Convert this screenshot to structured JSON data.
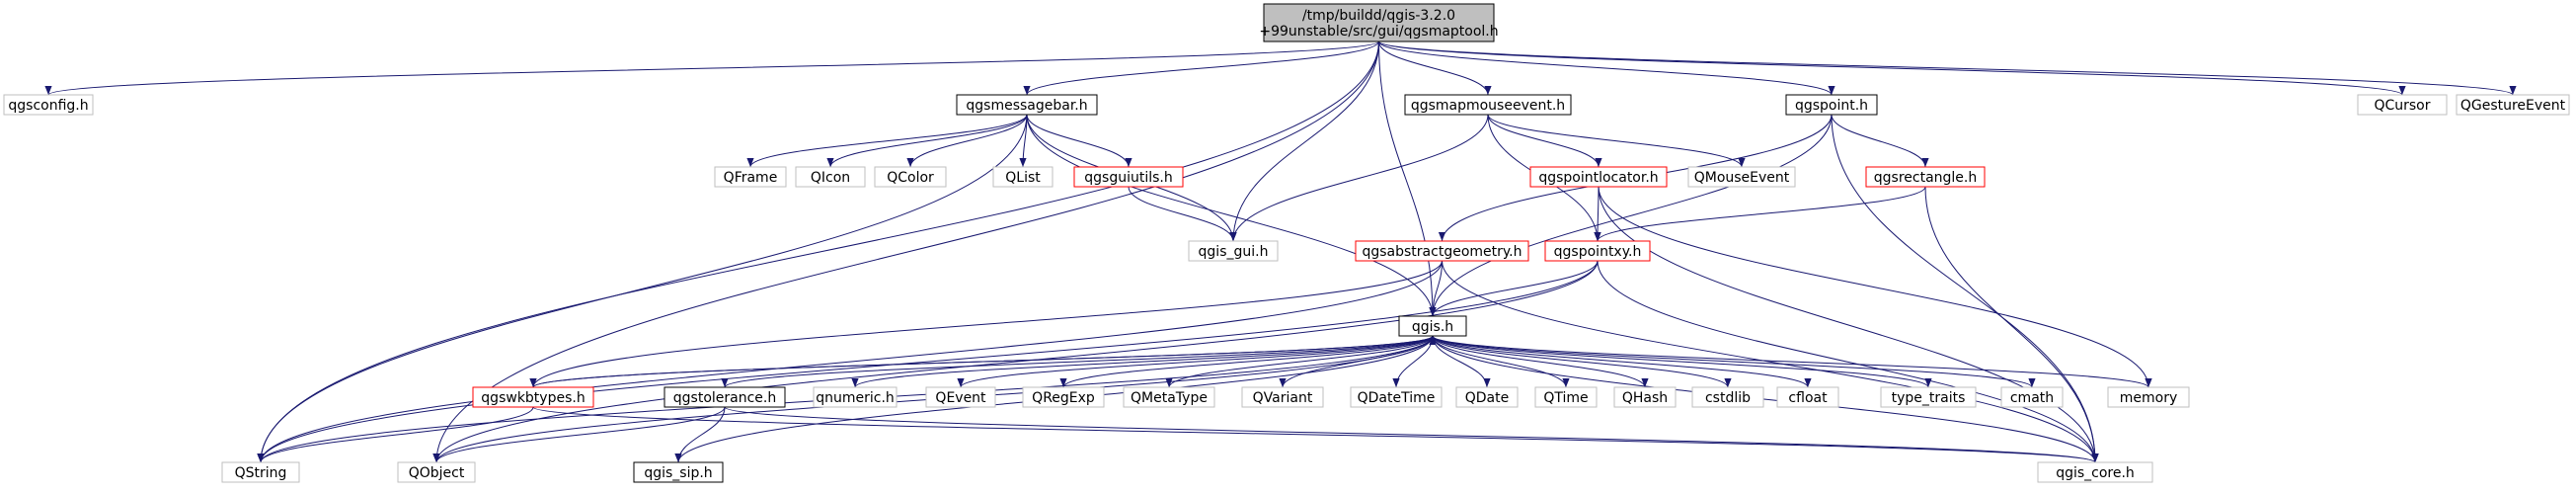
{
  "diagram": {
    "colors": {
      "edge": "#191970",
      "root_fill": "#bfbfbf",
      "gray_border": "#bfbfbf",
      "red_border": "#ff0000",
      "black_border": "#000000"
    },
    "nodes": [
      {
        "id": "root",
        "lines": [
          "/tmp/buildd/qgis-3.2.0",
          "+99unstable/src/gui/qgsmaptool.h"
        ],
        "style": "root"
      },
      {
        "id": "qgsconfig",
        "lines": [
          "qgsconfig.h"
        ],
        "style": "gray"
      },
      {
        "id": "qgsmessagebar",
        "lines": [
          "qgsmessagebar.h"
        ],
        "style": "black"
      },
      {
        "id": "qgsmapmouseevent",
        "lines": [
          "qgsmapmouseevent.h"
        ],
        "style": "black"
      },
      {
        "id": "qgspoint",
        "lines": [
          "qgspoint.h"
        ],
        "style": "black"
      },
      {
        "id": "qcursor",
        "lines": [
          "QCursor"
        ],
        "style": "gray"
      },
      {
        "id": "qgestureevent",
        "lines": [
          "QGestureEvent"
        ],
        "style": "gray"
      },
      {
        "id": "qframe",
        "lines": [
          "QFrame"
        ],
        "style": "gray"
      },
      {
        "id": "qicon",
        "lines": [
          "QIcon"
        ],
        "style": "gray"
      },
      {
        "id": "qcolor",
        "lines": [
          "QColor"
        ],
        "style": "gray"
      },
      {
        "id": "qlist",
        "lines": [
          "QList"
        ],
        "style": "gray"
      },
      {
        "id": "qgsguiutils",
        "lines": [
          "qgsguiutils.h"
        ],
        "style": "red"
      },
      {
        "id": "qgspointlocator",
        "lines": [
          "qgspointlocator.h"
        ],
        "style": "red"
      },
      {
        "id": "qmouseevent",
        "lines": [
          "QMouseEvent"
        ],
        "style": "gray"
      },
      {
        "id": "qgsrectangle",
        "lines": [
          "qgsrectangle.h"
        ],
        "style": "red"
      },
      {
        "id": "qgis_gui",
        "lines": [
          "qgis_gui.h"
        ],
        "style": "gray"
      },
      {
        "id": "qgsabstractgeometry",
        "lines": [
          "qgsabstractgeometry.h"
        ],
        "style": "red"
      },
      {
        "id": "qgspointxy",
        "lines": [
          "qgspointxy.h"
        ],
        "style": "red"
      },
      {
        "id": "qgis",
        "lines": [
          "qgis.h"
        ],
        "style": "black"
      },
      {
        "id": "qgswkbtypes",
        "lines": [
          "qgswkbtypes.h"
        ],
        "style": "red"
      },
      {
        "id": "qgstolerance",
        "lines": [
          "qgstolerance.h"
        ],
        "style": "black"
      },
      {
        "id": "qnumeric",
        "lines": [
          "qnumeric.h"
        ],
        "style": "gray"
      },
      {
        "id": "qevent",
        "lines": [
          "QEvent"
        ],
        "style": "gray"
      },
      {
        "id": "qregexp",
        "lines": [
          "QRegExp"
        ],
        "style": "gray"
      },
      {
        "id": "qmetatype",
        "lines": [
          "QMetaType"
        ],
        "style": "gray"
      },
      {
        "id": "qvariant",
        "lines": [
          "QVariant"
        ],
        "style": "gray"
      },
      {
        "id": "qdatetime",
        "lines": [
          "QDateTime"
        ],
        "style": "gray"
      },
      {
        "id": "qdate",
        "lines": [
          "QDate"
        ],
        "style": "gray"
      },
      {
        "id": "qtime",
        "lines": [
          "QTime"
        ],
        "style": "gray"
      },
      {
        "id": "qhash",
        "lines": [
          "QHash"
        ],
        "style": "gray"
      },
      {
        "id": "cstdlib",
        "lines": [
          "cstdlib"
        ],
        "style": "gray"
      },
      {
        "id": "cfloat",
        "lines": [
          "cfloat"
        ],
        "style": "gray"
      },
      {
        "id": "type_traits",
        "lines": [
          "type_traits"
        ],
        "style": "gray"
      },
      {
        "id": "cmath",
        "lines": [
          "cmath"
        ],
        "style": "gray"
      },
      {
        "id": "memory",
        "lines": [
          "memory"
        ],
        "style": "gray"
      },
      {
        "id": "qstring",
        "lines": [
          "QString"
        ],
        "style": "gray"
      },
      {
        "id": "qobject",
        "lines": [
          "QObject"
        ],
        "style": "gray"
      },
      {
        "id": "qgis_sip",
        "lines": [
          "qgis_sip.h"
        ],
        "style": "black"
      },
      {
        "id": "qgis_core",
        "lines": [
          "qgis_core.h"
        ],
        "style": "gray"
      }
    ],
    "edges": [
      [
        "root",
        "qgsconfig"
      ],
      [
        "root",
        "qgsmessagebar"
      ],
      [
        "root",
        "qgsmapmouseevent"
      ],
      [
        "root",
        "qgspoint"
      ],
      [
        "root",
        "qcursor"
      ],
      [
        "root",
        "qgestureevent"
      ],
      [
        "root",
        "qgis_gui"
      ],
      [
        "root",
        "qgis"
      ],
      [
        "root",
        "qstring"
      ],
      [
        "root",
        "qobject"
      ],
      [
        "qgsmessagebar",
        "qframe"
      ],
      [
        "qgsmessagebar",
        "qicon"
      ],
      [
        "qgsmessagebar",
        "qcolor"
      ],
      [
        "qgsmessagebar",
        "qlist"
      ],
      [
        "qgsmessagebar",
        "qgsguiutils"
      ],
      [
        "qgsmessagebar",
        "qgis_gui"
      ],
      [
        "qgsmessagebar",
        "qgis"
      ],
      [
        "qgsmessagebar",
        "qstring"
      ],
      [
        "qgsguiutils",
        "qgis_gui"
      ],
      [
        "qgsmapmouseevent",
        "qgspointlocator"
      ],
      [
        "qgsmapmouseevent",
        "qmouseevent"
      ],
      [
        "qgsmapmouseevent",
        "qgis_gui"
      ],
      [
        "qgsmapmouseevent",
        "qgspointxy"
      ],
      [
        "qgspoint",
        "qgsrectangle"
      ],
      [
        "qgspoint",
        "qgsabstractgeometry"
      ],
      [
        "qgspoint",
        "qgis"
      ],
      [
        "qgspoint",
        "qgis_core"
      ],
      [
        "qgspointlocator",
        "qgspointxy"
      ],
      [
        "qgspointlocator",
        "memory"
      ],
      [
        "qgspointlocator",
        "qgis_core"
      ],
      [
        "qgsrectangle",
        "qgspointxy"
      ],
      [
        "qgsrectangle",
        "qgis_core"
      ],
      [
        "qgsabstractgeometry",
        "qgis"
      ],
      [
        "qgsabstractgeometry",
        "qgswkbtypes"
      ],
      [
        "qgsabstractgeometry",
        "qstring"
      ],
      [
        "qgsabstractgeometry",
        "qgis_core"
      ],
      [
        "qgspointxy",
        "qgis"
      ],
      [
        "qgspointxy",
        "qstring"
      ],
      [
        "qgspointxy",
        "qobject"
      ],
      [
        "qgspointxy",
        "qgis_core"
      ],
      [
        "qgis",
        "qgswkbtypes"
      ],
      [
        "qgis",
        "qgstolerance"
      ],
      [
        "qgis",
        "qnumeric"
      ],
      [
        "qgis",
        "qevent"
      ],
      [
        "qgis",
        "qregexp"
      ],
      [
        "qgis",
        "qmetatype"
      ],
      [
        "qgis",
        "qvariant"
      ],
      [
        "qgis",
        "qdatetime"
      ],
      [
        "qgis",
        "qdate"
      ],
      [
        "qgis",
        "qtime"
      ],
      [
        "qgis",
        "qhash"
      ],
      [
        "qgis",
        "cstdlib"
      ],
      [
        "qgis",
        "cfloat"
      ],
      [
        "qgis",
        "type_traits"
      ],
      [
        "qgis",
        "cmath"
      ],
      [
        "qgis",
        "memory"
      ],
      [
        "qgis",
        "qstring"
      ],
      [
        "qgis",
        "qobject"
      ],
      [
        "qgis",
        "qgis_sip"
      ],
      [
        "qgis",
        "qgis_core"
      ],
      [
        "qgswkbtypes",
        "qgis"
      ],
      [
        "qgswkbtypes",
        "qstring"
      ],
      [
        "qgswkbtypes",
        "qgis_core"
      ],
      [
        "qgstolerance",
        "qobject"
      ],
      [
        "qgstolerance",
        "qgis_sip"
      ],
      [
        "qgstolerance",
        "qgis_core"
      ]
    ]
  }
}
